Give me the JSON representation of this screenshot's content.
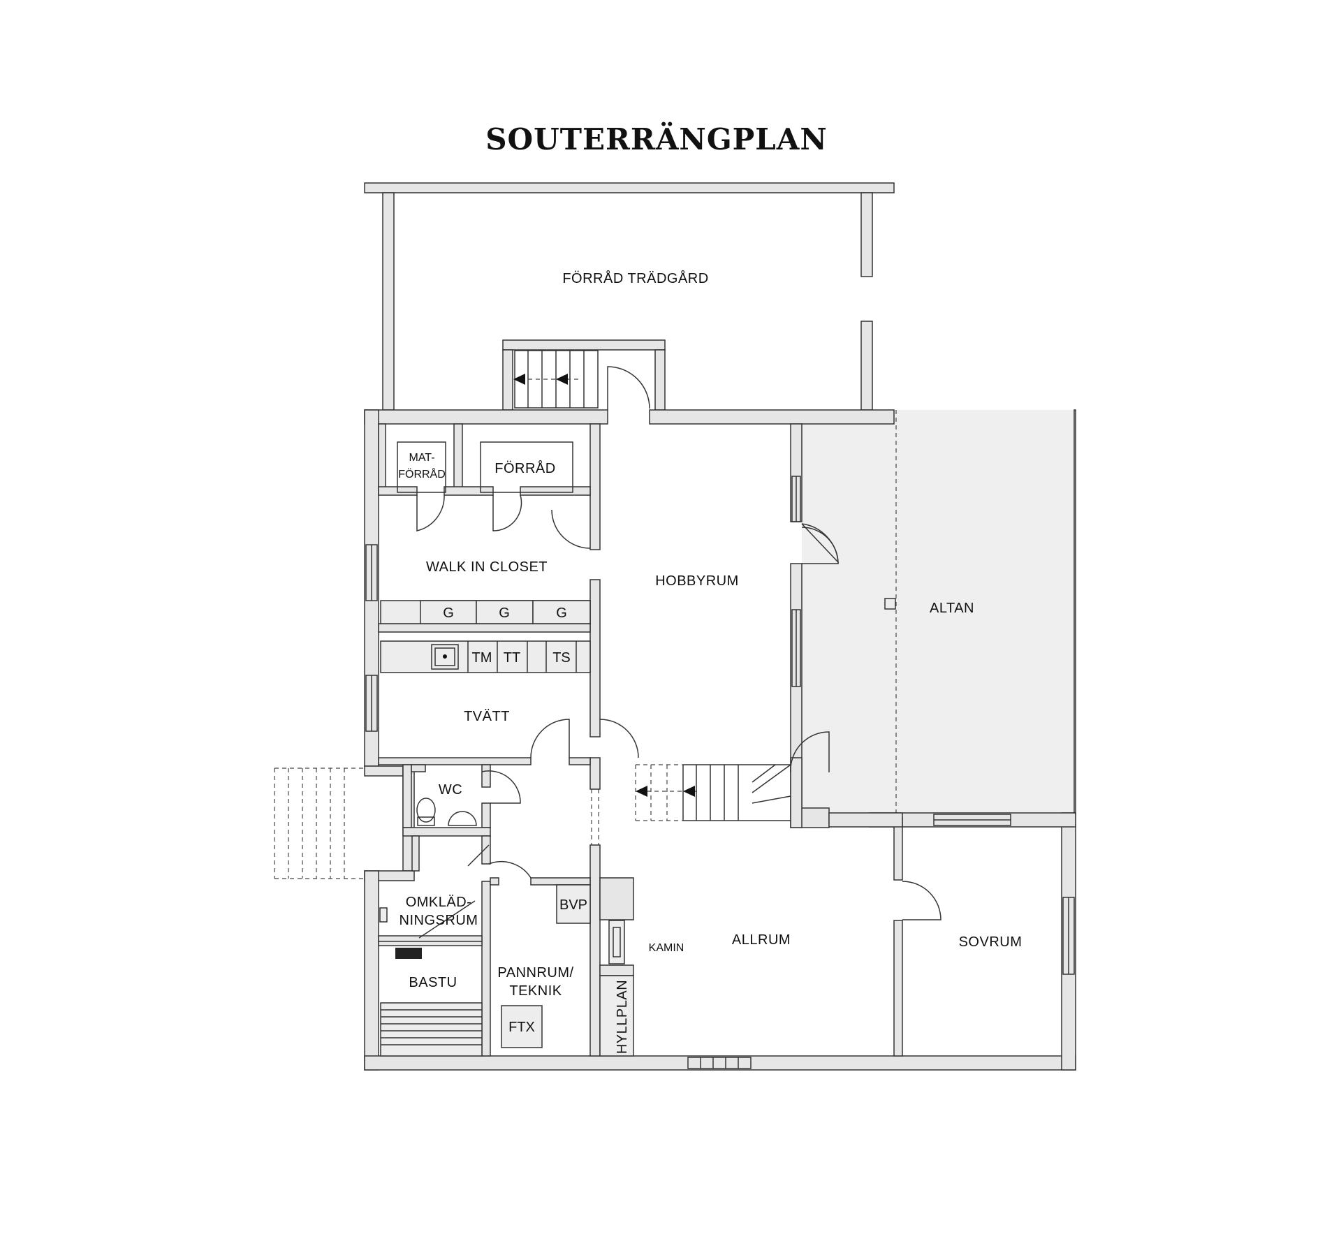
{
  "title": "SOUTERRÄNGPLAN",
  "rooms": {
    "forrad_tradgard": "FÖRRÅD TRÄDGÅRD",
    "mat_forrad_line1": "MAT-",
    "mat_forrad_line2": "FÖRRÅD",
    "forrad": "FÖRRÅD",
    "walk_in_closet": "WALK IN CLOSET",
    "hobbyrum": "HOBBYRUM",
    "altan": "ALTAN",
    "tvatt": "TVÄTT",
    "wc": "WC",
    "omkladningsrum_line1": "OMKLÄD-",
    "omkladningsrum_line2": "NINGSRUM",
    "bastu": "BASTU",
    "pannrum_line1": "PANNRUM/",
    "pannrum_line2": "TEKNIK",
    "allrum": "ALLRUM",
    "sovrum": "SOVRUM",
    "kamin": "KAMIN",
    "hyllplan": "HYLLPLAN"
  },
  "fixtures": {
    "garderob": [
      "G",
      "G",
      "G"
    ],
    "tm": "TM",
    "tt": "TT",
    "ts": "TS",
    "bvp": "BVP",
    "ftx": "FTX"
  }
}
